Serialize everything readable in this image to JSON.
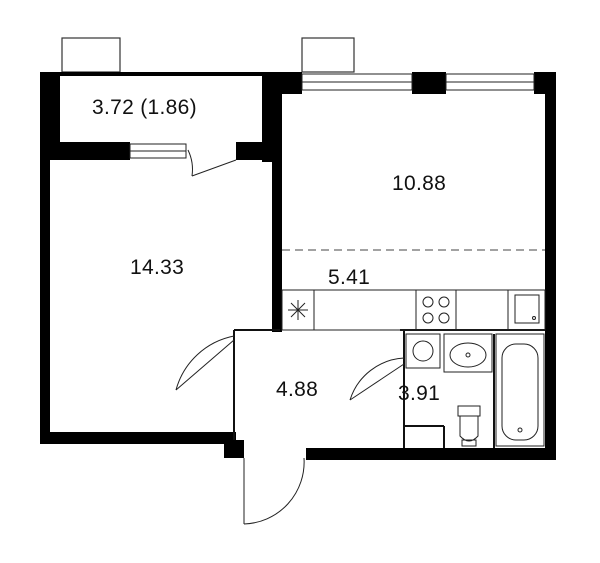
{
  "colors": {
    "wall": "#000000",
    "line": "#111111",
    "fixture": "#222222",
    "background": "#ffffff"
  },
  "rooms": {
    "balcony": {
      "area": "3.72 (1.86)"
    },
    "bedroom": {
      "area": "14.33"
    },
    "living": {
      "area": "10.88"
    },
    "kitchen": {
      "area": "5.41"
    },
    "hall": {
      "area": "4.88"
    },
    "bathroom": {
      "area": "3.91"
    }
  },
  "icons": {
    "vent": "asterisk-vent-icon",
    "stove": "stove-icon",
    "sink": "kitchen-sink-icon",
    "washer": "washing-machine-icon",
    "washbasin": "washbasin-icon",
    "bathtub": "bathtub-icon",
    "toilet": "toilet-icon"
  }
}
